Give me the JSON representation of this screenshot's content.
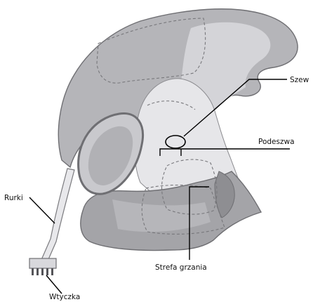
{
  "labels": {
    "seam": "Szew",
    "sole": "Podeszwa",
    "tubes": "Rurki",
    "plug": "Wtyczka",
    "heating_zone": "Strefa grzania"
  },
  "colors": {
    "fabric_dark": "#a9a9ad",
    "fabric_mid": "#bfbfc3",
    "fabric_light": "#dcdcdf",
    "fabric_inner": "#e9e9ec",
    "outline": "#6f6f73",
    "dash": "#77777b",
    "leader": "#000000"
  }
}
